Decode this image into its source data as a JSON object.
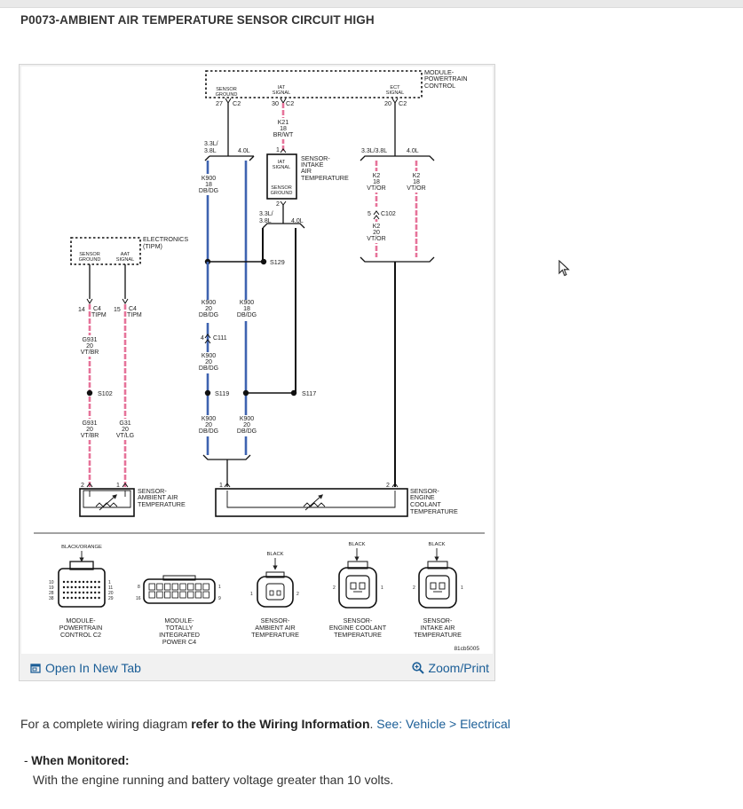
{
  "page_title": "P0073-AMBIENT AIR TEMPERATURE SENSOR CIRCUIT HIGH",
  "figure": {
    "open_tab_label": "Open In New Tab",
    "zoom_label": "Zoom/Print",
    "ref_code": "81cb5005"
  },
  "diagram": {
    "pcm": {
      "title": [
        "MODULE-",
        "POWERTRAIN",
        "CONTROL"
      ],
      "pins": [
        {
          "name": [
            "SENSOR",
            "GROUND"
          ],
          "pin": "27",
          "conn": "C2"
        },
        {
          "name": [
            "IAT",
            "SIGNAL"
          ],
          "pin": "30",
          "conn": "C2"
        },
        {
          "name": [
            "ECT",
            "SIGNAL"
          ],
          "pin": "20",
          "conn": "C2"
        }
      ]
    },
    "tipm": {
      "title": [
        "ELECTRONICS",
        "(TIPM)"
      ],
      "pins": [
        {
          "name": [
            "SENSOR",
            "GROUND"
          ],
          "pin": "14",
          "conn": "C4",
          "sub": "TIPM"
        },
        {
          "name": [
            "AAT",
            "SIGNAL"
          ],
          "pin": "15",
          "conn": "C4",
          "sub": "TIPM"
        }
      ]
    },
    "iat_sensor": {
      "title": [
        "SENSOR-",
        "INTAKE",
        "AIR",
        "TEMPERATURE"
      ],
      "pins": [
        {
          "name": [
            "IAT",
            "SIGNAL"
          ],
          "pin": "1"
        },
        {
          "name": [
            "SENSOR",
            "GROUND"
          ],
          "pin": "2"
        }
      ]
    },
    "aat_sensor": {
      "title": [
        "SENSOR-",
        "AMBIENT AIR",
        "TEMPERATURE"
      ],
      "pins": [
        "2",
        "1"
      ]
    },
    "ect_sensor": {
      "title": [
        "SENSOR-",
        "ENGINE",
        "COOLANT",
        "TEMPERATURE"
      ],
      "pins": [
        "1",
        "2"
      ]
    },
    "engine_variants": {
      "a": [
        "3.3L/",
        "3.8L"
      ],
      "b": "4.0L",
      "c": "3.3L/3.8L"
    },
    "wires": {
      "k21": [
        "K21",
        "18",
        "BR/WT"
      ],
      "k900_18": [
        "K900",
        "18",
        "DB/DG"
      ],
      "k900_20": [
        "K900",
        "20",
        "DB/DG"
      ],
      "k2_18": [
        "K2",
        "18",
        "VT/OR"
      ],
      "k2_20": [
        "K2",
        "20",
        "VT/OR"
      ],
      "g931": [
        "G931",
        "20",
        "VT/BR"
      ],
      "g31": [
        "G31",
        "20",
        "VT/LG"
      ]
    },
    "splices": [
      "S129",
      "S102",
      "S119",
      "S117"
    ],
    "connectors_inline": [
      {
        "pin": "5",
        "name": "C102"
      },
      {
        "pin": "4",
        "name": "C111"
      }
    ],
    "connector_views": [
      {
        "color": "BLACK/ORANGE",
        "label": [
          "MODULE-",
          "POWERTRAIN",
          "CONTROL C2"
        ],
        "pins_left": [
          "10",
          "19",
          "28",
          "38"
        ],
        "pins_right": [
          "1",
          "11",
          "20",
          "29"
        ]
      },
      {
        "color": "",
        "label": [
          "MODULE-",
          "TOTALLY",
          "INTEGRATED",
          "POWER C4"
        ],
        "pins_left": [
          "8",
          "16"
        ],
        "pins_right": [
          "1",
          "9"
        ]
      },
      {
        "color": "BLACK",
        "label": [
          "SENSOR-",
          "AMBIENT AIR",
          "TEMPERATURE"
        ],
        "pins_left": [
          "1"
        ],
        "pins_right": [
          "2"
        ]
      },
      {
        "color": "BLACK",
        "label": [
          "SENSOR-",
          "ENGINE COOLANT",
          "TEMPERATURE"
        ],
        "pins_left": [
          "2"
        ],
        "pins_right": [
          "1"
        ]
      },
      {
        "color": "BLACK",
        "label": [
          "SENSOR-",
          "INTAKE AIR",
          "TEMPERATURE"
        ],
        "pins_left": [
          "2"
        ],
        "pins_right": [
          "1"
        ]
      }
    ]
  },
  "description": {
    "prefix": "For a complete wiring diagram ",
    "bold": "refer to the Wiring Information",
    "middle": ". ",
    "link": "See: Vehicle > Electrical"
  },
  "monitor": {
    "heading_prefix": "- ",
    "heading": "When Monitored:",
    "text": "With the engine running and battery voltage greater than 10 volts."
  },
  "colors": {
    "link": "#1a5d96",
    "wire_blue": "#3e63b0",
    "wire_pink": "#e6739a",
    "wire_black": "#111111"
  }
}
